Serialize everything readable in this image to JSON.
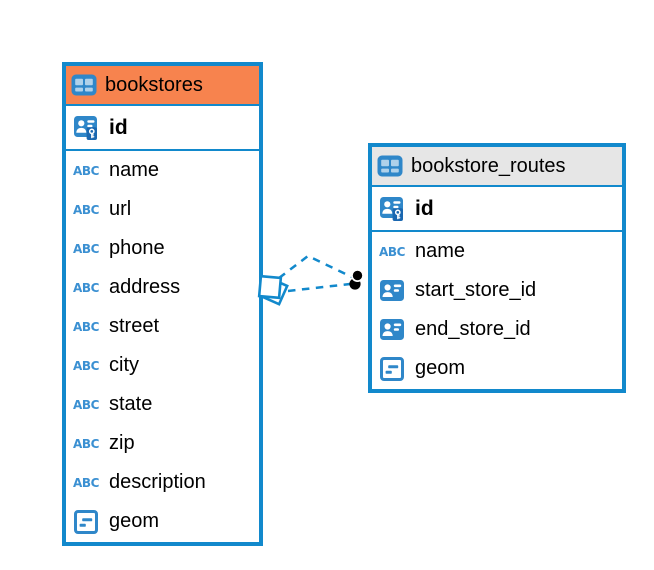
{
  "colors": {
    "accent_blue": "#1289CC",
    "icon_blue": "#2F87C9",
    "bookstores_header_bg": "#F7834E",
    "routes_header_bg": "#E6E6E6",
    "connector_dot": "#000000",
    "text": "#000000"
  },
  "icons": {
    "text_type_glyph": "ABC"
  },
  "tables": [
    {
      "name": "bookstores",
      "pk": {
        "label": "id",
        "type": "primary-key"
      },
      "columns": [
        {
          "label": "name",
          "type": "text"
        },
        {
          "label": "url",
          "type": "text"
        },
        {
          "label": "phone",
          "type": "text"
        },
        {
          "label": "address",
          "type": "text"
        },
        {
          "label": "street",
          "type": "text"
        },
        {
          "label": "city",
          "type": "text"
        },
        {
          "label": "state",
          "type": "text"
        },
        {
          "label": "zip",
          "type": "text"
        },
        {
          "label": "description",
          "type": "text"
        },
        {
          "label": "geom",
          "type": "geometry"
        }
      ]
    },
    {
      "name": "bookstore_routes",
      "pk": {
        "label": "id",
        "type": "primary-key"
      },
      "columns": [
        {
          "label": "name",
          "type": "text"
        },
        {
          "label": "start_store_id",
          "type": "reference"
        },
        {
          "label": "end_store_id",
          "type": "reference"
        },
        {
          "label": "geom",
          "type": "geometry"
        }
      ]
    }
  ],
  "relationship": {
    "from_table": "bookstores",
    "to_table": "bookstore_routes",
    "line_count": 2,
    "line_style": "dashed"
  }
}
